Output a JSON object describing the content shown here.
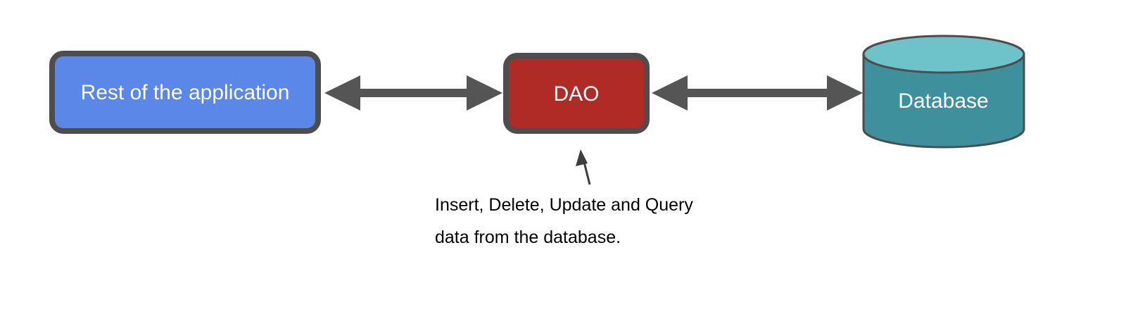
{
  "diagram": {
    "title": "DAO layered architecture diagram",
    "background_color": "#ffffff",
    "nodes": [
      {
        "id": "rest-of-application",
        "label": "Rest of the application",
        "shape": "rounded-rectangle",
        "fill_color": "#5b87e8",
        "stroke_color": "#4d4d4d",
        "text_color": "#ffffff"
      },
      {
        "id": "dao",
        "label": "DAO",
        "shape": "rounded-rectangle",
        "fill_color": "#b02b25",
        "stroke_color": "#4d4d4d",
        "text_color": "#ffffff"
      },
      {
        "id": "database",
        "label": "Database",
        "shape": "cylinder",
        "fill_color": "#3d909c",
        "top_fill_color": "#6ec2ca",
        "stroke_color": "#4d4d4d",
        "text_color": "#ffffff"
      }
    ],
    "connectors": [
      {
        "id": "rest-to-dao",
        "from": "rest-of-application",
        "to": "dao",
        "style": "double-headed-arrow",
        "color": "#555555"
      },
      {
        "id": "dao-to-database",
        "from": "dao",
        "to": "database",
        "style": "double-headed-arrow",
        "color": "#555555"
      },
      {
        "id": "annotation-pointer",
        "from": "annotation",
        "to": "dao",
        "style": "single-headed-arrow",
        "color": "#3d3d3d"
      }
    ],
    "annotation": {
      "id": "dao-responsibilities",
      "lines": [
        "Insert, Delete, Update and Query",
        "data from the database."
      ],
      "text_color": "#000000"
    }
  }
}
